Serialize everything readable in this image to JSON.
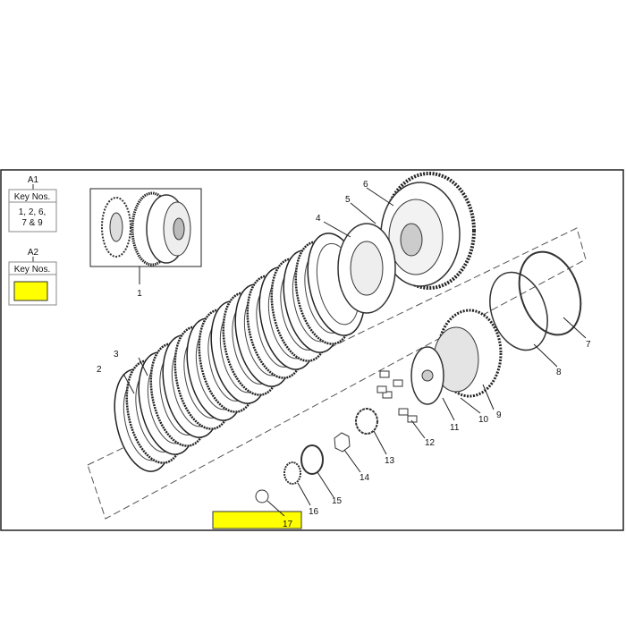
{
  "legend": {
    "a1": {
      "title": "A1",
      "header": "Key Nos.",
      "line1": "1, 2, 6,",
      "line2": "7 & 9"
    },
    "a2": {
      "title": "A2",
      "header": "Key Nos."
    }
  },
  "highlight_color": "#ffff00",
  "callouts": [
    {
      "label": "1"
    },
    {
      "label": "2"
    },
    {
      "label": "3"
    },
    {
      "label": "4"
    },
    {
      "label": "5"
    },
    {
      "label": "6"
    },
    {
      "label": "7"
    },
    {
      "label": "8"
    },
    {
      "label": "9"
    },
    {
      "label": "10"
    },
    {
      "label": "11"
    },
    {
      "label": "12"
    },
    {
      "label": "13"
    },
    {
      "label": "14"
    },
    {
      "label": "15"
    },
    {
      "label": "16"
    },
    {
      "label": "17"
    }
  ]
}
